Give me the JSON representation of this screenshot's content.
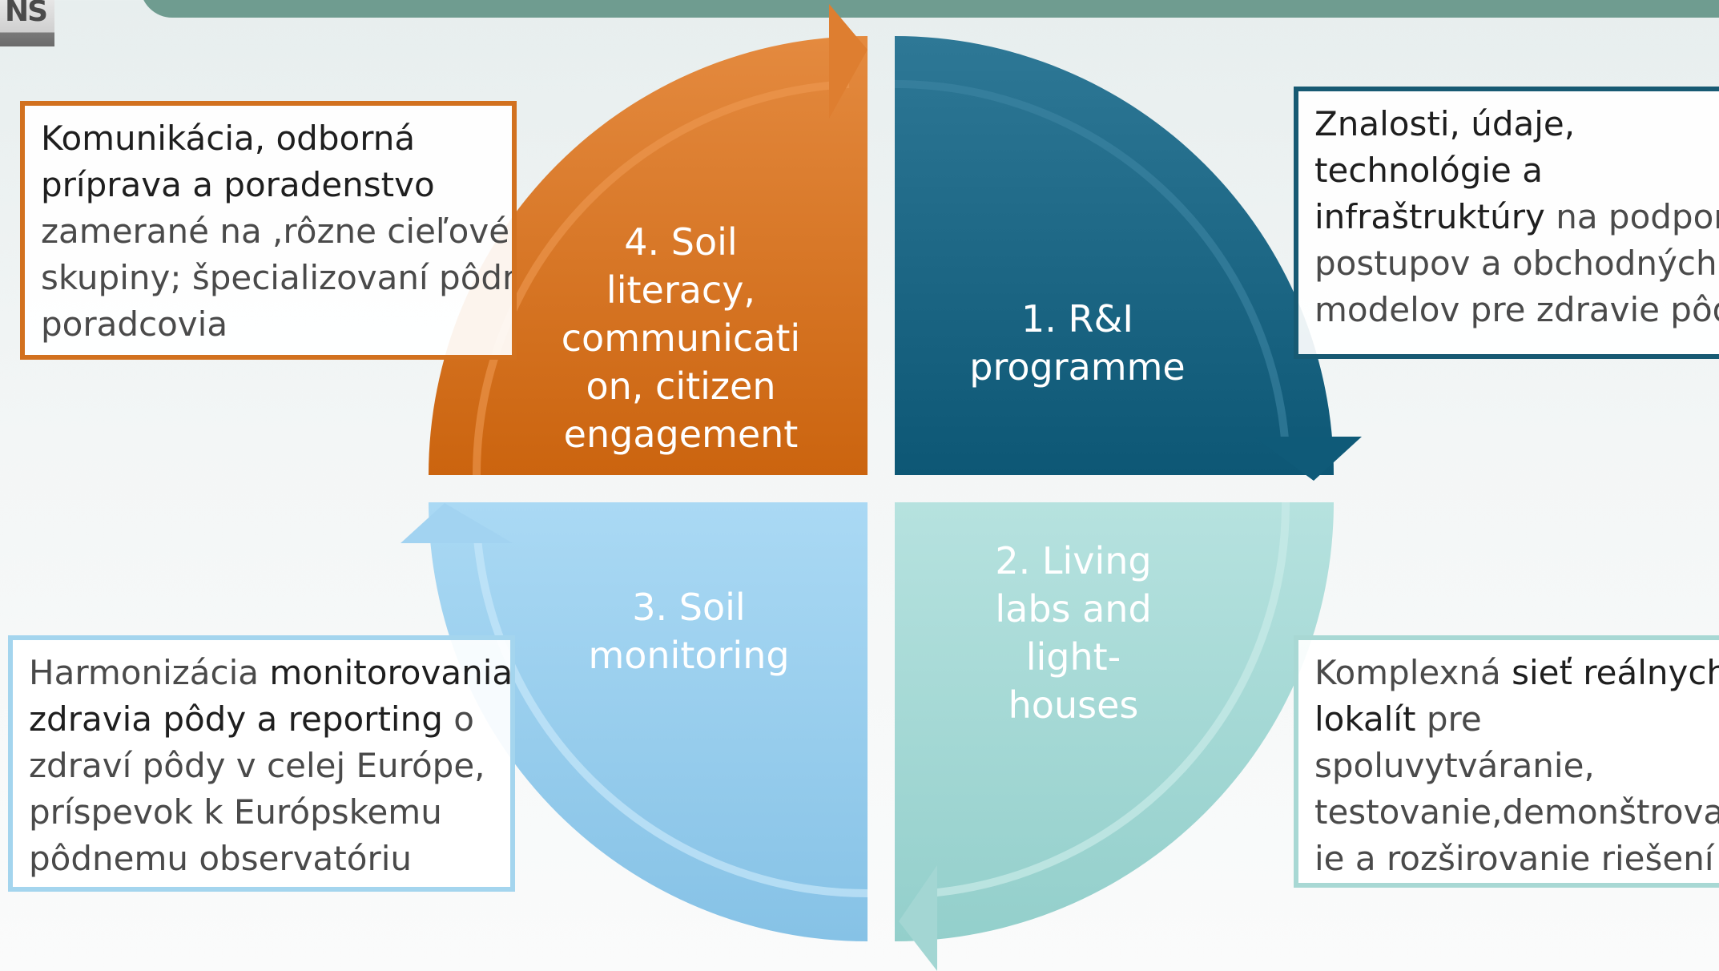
{
  "quadrants": {
    "q4": {
      "lines": [
        "4. Soil",
        "literacy,",
        "communicati",
        "on, citizen",
        "engagement"
      ],
      "color": "#d86c1d"
    },
    "q1": {
      "lines": [
        "1. R&I",
        "programme"
      ],
      "color": "#155d7c"
    },
    "q3": {
      "lines": [
        "3. Soil",
        "monitoring"
      ],
      "color": "#93cdee"
    },
    "q2": {
      "lines": [
        "2. Living",
        "labs and",
        "light-",
        "houses"
      ],
      "color": "#a6d9d6"
    }
  },
  "boxes": {
    "top_left": {
      "line1": "Komunikácia, odborná",
      "line2": "príprava a poradenstvo",
      "line3": "zamerané na ,rôzne cieľové",
      "line4": "skupiny; špecializovaní pôdni",
      "line5": "poradcovia"
    },
    "top_right": {
      "line1": "Znalosti, údaje,",
      "line2": "technológie a",
      "line3_bold": "infraštruktúry",
      "line3_rest": " na podporu",
      "line4": "postupov a obchodných",
      "line5": "modelov pre zdravie pôdy"
    },
    "bottom_left": {
      "line1_plain": "Harmonizácia ",
      "line1_bold": "monitorovania",
      "line2_bold": "zdravia pôdy a reporting",
      "line2_rest": " o",
      "line3": "zdraví pôdy v celej Európe,",
      "line4": "príspevok k Európskemu",
      "line5": "pôdnemu observatóriu"
    },
    "bottom_right": {
      "line1_plain": "Komplexná ",
      "line1_bold": "sieť reálnych",
      "line2_bold": "lokalít",
      "line2_rest": " pre",
      "line3": "spoluvytváranie,",
      "line4": "testovanie,demonštrovan",
      "line5": "ie a rozširovanie riešení"
    }
  },
  "logo": {
    "text": "NS"
  }
}
